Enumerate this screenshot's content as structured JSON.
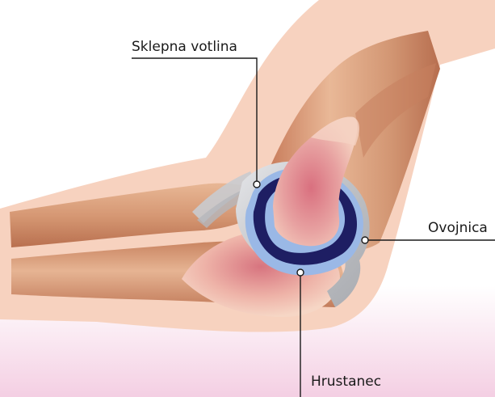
{
  "labels": {
    "joint_cavity": "Sklepna votlina",
    "capsule": "Ovojnica",
    "cartilage": "Hrustanec"
  },
  "colors": {
    "skin": "#f7d2bf",
    "muscle_light": "#e6b08d",
    "muscle_dark": "#b9694a",
    "bone": "#f1c2b0",
    "bone_marrow": "#d9808a",
    "cavity": "#1e1e63",
    "cartilage": "#9ab8e6",
    "capsule": "#c7c9cc",
    "background_bottom": "#f4cfe3"
  }
}
